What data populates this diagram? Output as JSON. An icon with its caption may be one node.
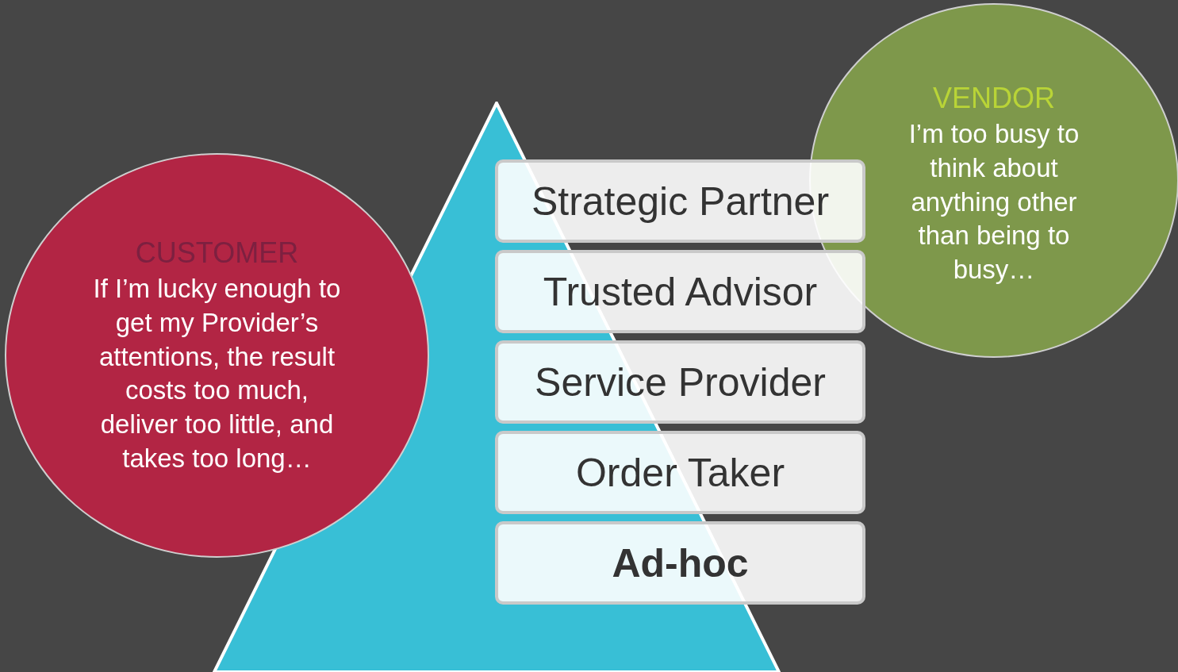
{
  "diagram": {
    "nodes": [
      {
        "text": [
          "CUSTOMER",
          "If I’m lucky enough to get my Provider’s attentions, the result costs too much, deliver too little, and takes too long…"
        ]
      },
      {
        "text": [],
        "shape": "triangle"
      },
      {
        "text": [
          "Strategic Partner"
        ]
      },
      {
        "text": [
          "Trusted Advisor"
        ]
      },
      {
        "text": [
          "Service Provider"
        ]
      },
      {
        "text": [
          "Order Taker"
        ]
      },
      {
        "text": [
          "Ad-hoc"
        ]
      },
      {
        "text": [
          "VENDOR",
          "I’m too busy to think about anything other than being to busy…"
        ]
      }
    ]
  }
}
